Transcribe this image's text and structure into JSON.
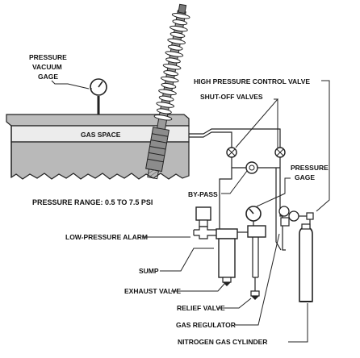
{
  "labels": {
    "pressure_vacuum_gage": [
      "PRESSURE",
      "VACUUM",
      "GAGE"
    ],
    "gas_space": "GAS SPACE",
    "high_pressure_control_valve": "HIGH PRESSURE CONTROL VALVE",
    "shut_off_valves": "SHUT-OFF VALVES",
    "pressure_gage": [
      "PRESSURE",
      "GAGE"
    ],
    "by_pass": "BY-PASS",
    "pressure_range": "PRESSURE RANGE:  0.5 TO 7.5 PSI",
    "low_pressure_alarm": "LOW-PRESSURE ALARM",
    "sump": "SUMP",
    "exhaust_valve": "EXHAUST VALVE",
    "relief_valve": "RELIEF VALVE",
    "gas_regulator": "GAS REGULATOR",
    "nitrogen_gas_cylinder": "NITROGEN GAS CYLINDER"
  },
  "colors": {
    "oil": "#b9b9b9",
    "tank_top": "#bdbdbd",
    "gas_space_fill": "#ececec",
    "bushing": "#8c8c8c",
    "line": "#222222"
  }
}
